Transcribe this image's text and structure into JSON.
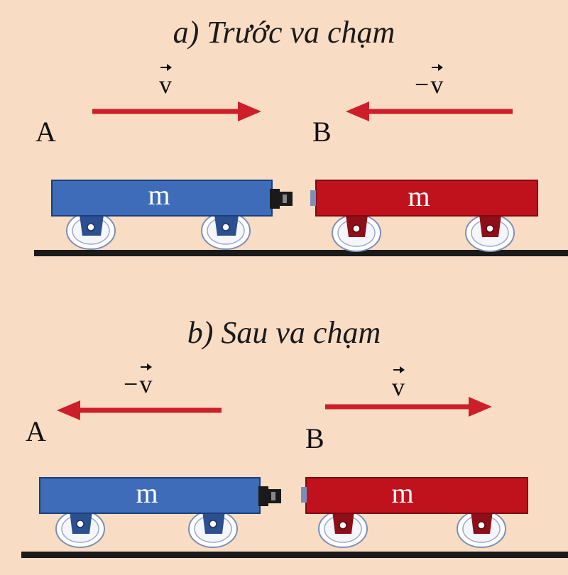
{
  "panels": {
    "before": {
      "title": "a) Trước va chạm",
      "cart_a": {
        "label": "A",
        "mass_label": "m",
        "velocity_sign": "",
        "velocity_symbol": "v"
      },
      "cart_b": {
        "label": "B",
        "mass_label": "m",
        "velocity_sign": "−",
        "velocity_symbol": "v"
      }
    },
    "after": {
      "title": "b) Sau va chạm",
      "cart_a": {
        "label": "A",
        "mass_label": "m",
        "velocity_sign": "−",
        "velocity_symbol": "v"
      },
      "cart_b": {
        "label": "B",
        "mass_label": "m",
        "velocity_sign": "",
        "velocity_symbol": "v"
      }
    }
  },
  "colors": {
    "background": "#f9dcc4",
    "cart_a": "#3e6cb8",
    "cart_b": "#c0121d",
    "arrow": "#cc1f2a",
    "ground": "#1a1a1a"
  }
}
